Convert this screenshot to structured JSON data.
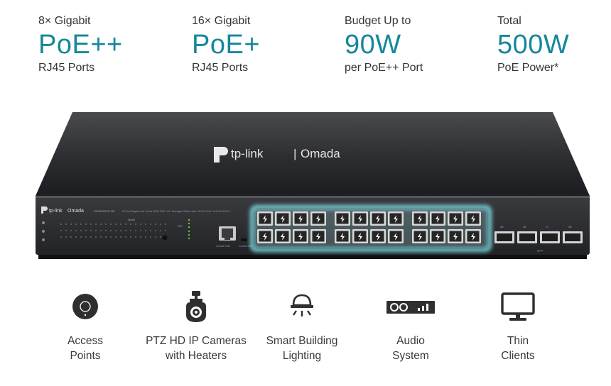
{
  "specs": [
    {
      "pre": "8× Gigabit",
      "big": "PoE++",
      "post": "RJ45 Ports"
    },
    {
      "pre": "16× Gigabit",
      "big": "PoE+",
      "post": "RJ45 Ports"
    },
    {
      "pre": "Budget Up to",
      "big": "90W",
      "post": "per PoE++ Port"
    },
    {
      "pre": "Total",
      "big": "500W",
      "post": "PoE Power*"
    }
  ],
  "device": {
    "top_logo_brand": "tp-link",
    "top_logo_sub": "Omada",
    "front_brand": "tp-link",
    "front_sub": "Omada",
    "model": "SG3428XPP-M2",
    "description": "24-Port Gigabit and 4-Port 10GE SFP+ L2+ Managed Switch with 16-Port PoE+ & 8-Port PoE++",
    "sfp_numbers": [
      "25",
      "26",
      "27",
      "28"
    ],
    "sfp_label": "SFP+",
    "console_label": "Console RJ45",
    "usb_label": "Console USB",
    "speed_label": "Speed",
    "poe_label": "PoE",
    "reset_label": "Reset"
  },
  "apps": [
    {
      "icon": "access-point-icon",
      "line1": "Access",
      "line2": "Points"
    },
    {
      "icon": "ptz-camera-icon",
      "line1": "PTZ HD IP Cameras",
      "line2": "with Heaters"
    },
    {
      "icon": "smart-lighting-icon",
      "line1": "Smart Building",
      "line2": "Lighting"
    },
    {
      "icon": "audio-system-icon",
      "line1": "Audio",
      "line2": "System"
    },
    {
      "icon": "thin-client-icon",
      "line1": "Thin",
      "line2": "Clients"
    }
  ],
  "colors": {
    "accent": "#15879a",
    "port_glow": "#7fe3ee"
  }
}
